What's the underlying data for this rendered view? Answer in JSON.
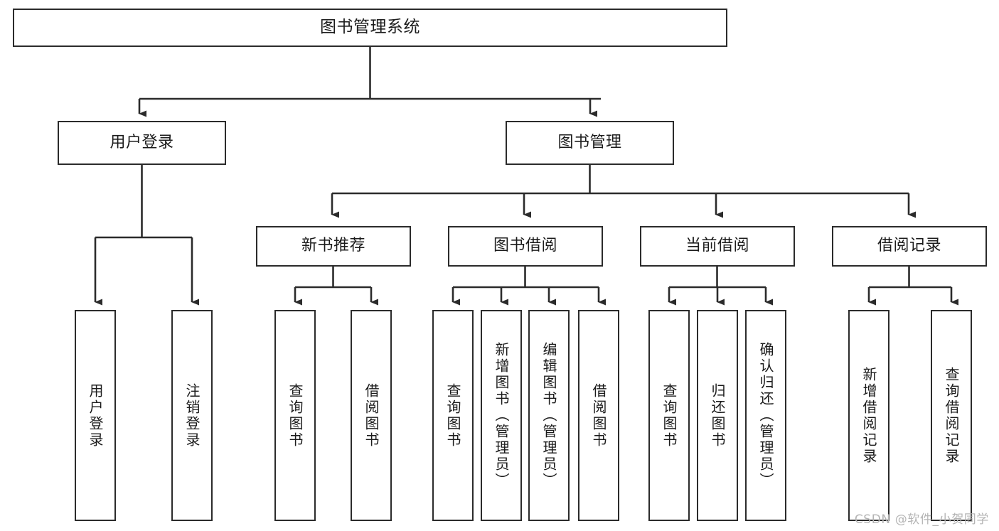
{
  "diagram": {
    "title": "图书管理系统",
    "watermark": "CSDN @软件_小贺同学",
    "colors": {
      "border": "#2b2b2b",
      "text": "#1b1b1b",
      "background": "#ffffff",
      "connector": "#2b2b2b",
      "watermark": "#b4b4b4"
    },
    "nodes": {
      "root": {
        "label": "图书管理系统"
      },
      "user_login": {
        "label": "用户登录"
      },
      "book_manage": {
        "label": "图书管理"
      },
      "new_book_rec": {
        "label": "新书推荐"
      },
      "book_borrow": {
        "label": "图书借阅"
      },
      "current_borrow": {
        "label": "当前借阅"
      },
      "borrow_record": {
        "label": "借阅记录"
      },
      "leaf_user_login": {
        "label": "用户登录"
      },
      "leaf_user_logout": {
        "label": "注销登录"
      },
      "leaf_rec_query": {
        "label": "查询图书"
      },
      "leaf_rec_borrow": {
        "label": "借阅图书"
      },
      "leaf_borrow_query": {
        "label": "查询图书"
      },
      "leaf_borrow_add": {
        "label": "新增图书（管理员）"
      },
      "leaf_borrow_edit": {
        "label": "编辑图书（管理员）"
      },
      "leaf_borrow_lend": {
        "label": "借阅图书"
      },
      "leaf_cur_query": {
        "label": "查询图书"
      },
      "leaf_cur_return": {
        "label": "归还图书"
      },
      "leaf_cur_confirm": {
        "label": "确认归还（管理员）"
      },
      "leaf_rec_add": {
        "label": "新增借阅记录"
      },
      "leaf_rec_query2": {
        "label": "查询借阅记录"
      }
    }
  }
}
